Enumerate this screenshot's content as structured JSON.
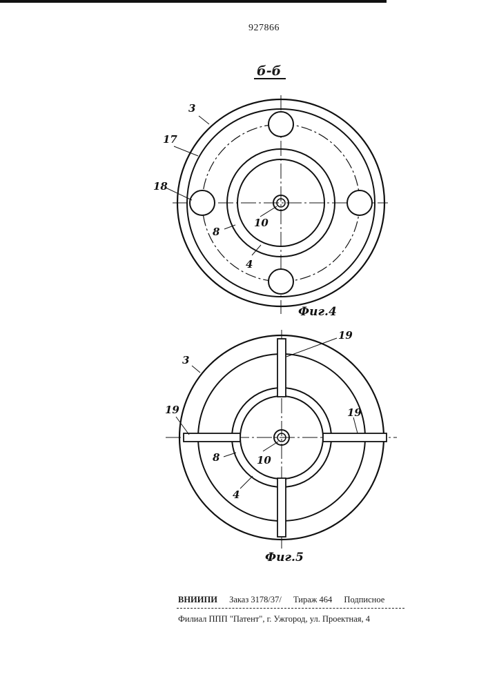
{
  "document": {
    "patent_number": "927866",
    "section_label": "б-б",
    "figures": [
      {
        "caption": "Фиг.4",
        "labels": {
          "housing": "3",
          "ring": "17",
          "hole": "18",
          "cavity": "8",
          "axis": "10",
          "sleeve": "4"
        }
      },
      {
        "caption": "Фиг.5",
        "labels": {
          "housing": "3",
          "rib_top": "19",
          "rib_left": "19",
          "rib_right": "19",
          "cavity": "8",
          "axis": "10",
          "sleeve": "4"
        }
      }
    ],
    "imprint": {
      "org": "ВНИИПИ",
      "order": "Заказ 3178/37/",
      "circulation": "Тираж 464",
      "subscription": "Подписное",
      "branch": "Филиал ППП \"Патент\", г. Ужгород, ул. Проектная, 4"
    }
  }
}
